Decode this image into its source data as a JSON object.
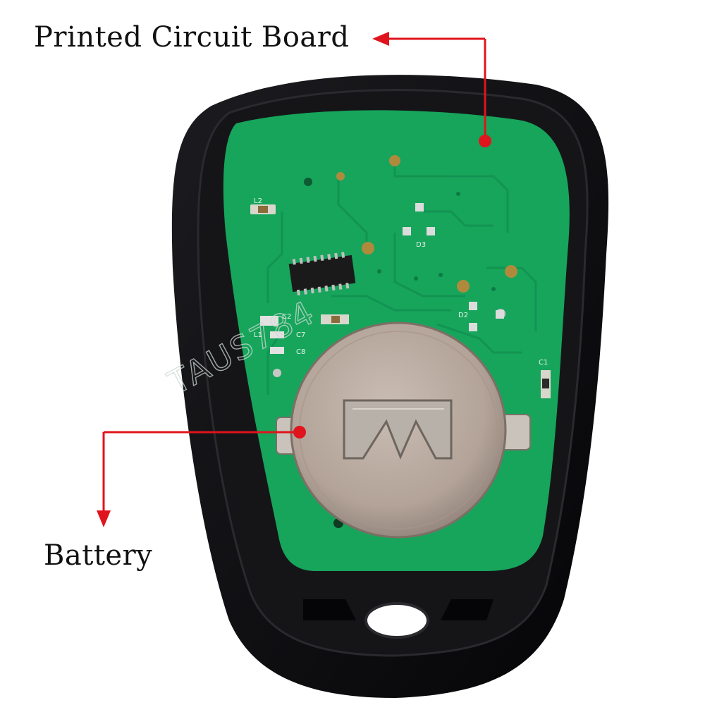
{
  "labels": {
    "pcb": "Printed Circuit Board",
    "battery": "Battery"
  },
  "board_markings": {
    "l2": "L2",
    "d3": "D3",
    "d2": "D2",
    "c1": "C1",
    "l1": "L1",
    "c2": "C2",
    "c7": "C7",
    "c8": "C8"
  },
  "watermark": "TAUS784",
  "colors": {
    "pcb_green": "#16a55b",
    "casing_black": "#0b0b0d",
    "battery_silver": "#b9aca2",
    "callout_red": "#e0141c"
  }
}
